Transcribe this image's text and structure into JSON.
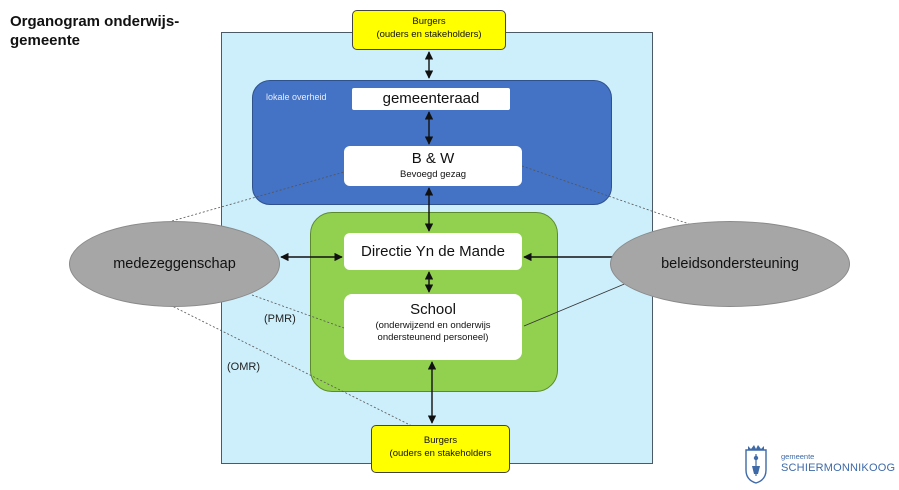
{
  "title": "Organogram onderwijs-\ngemeente",
  "burgers_top": {
    "line1": "Burgers",
    "line2": "(ouders en stakeholders)"
  },
  "burgers_bottom": {
    "line1": "Burgers",
    "line2": "(ouders en stakeholders"
  },
  "lokale_overheid_label": "lokale overheid",
  "gemeenteraad": "gemeenteraad",
  "bw": {
    "line1": "B & W",
    "line2": "Bevoegd gezag"
  },
  "directie": "Directie Yn de Mande",
  "school": {
    "line1": "School",
    "line2": "(onderwijzend en onderwijs",
    "line3": "ondersteunend personeel)"
  },
  "medezeggenschap": "medezeggenschap",
  "beleidsondersteuning": "beleidsondersteuning",
  "pmr": "(PMR)",
  "omr": "(OMR)",
  "brand": {
    "small": "gemeente",
    "big": "SCHIERMONNIKOOG"
  },
  "colors": {
    "outer": "#cdeefb",
    "gov": "#4472c4",
    "school_group": "#92d050",
    "burgers": "#ffff00",
    "ellipse": "#a6a6a6",
    "brand": "#3e6aa8"
  }
}
